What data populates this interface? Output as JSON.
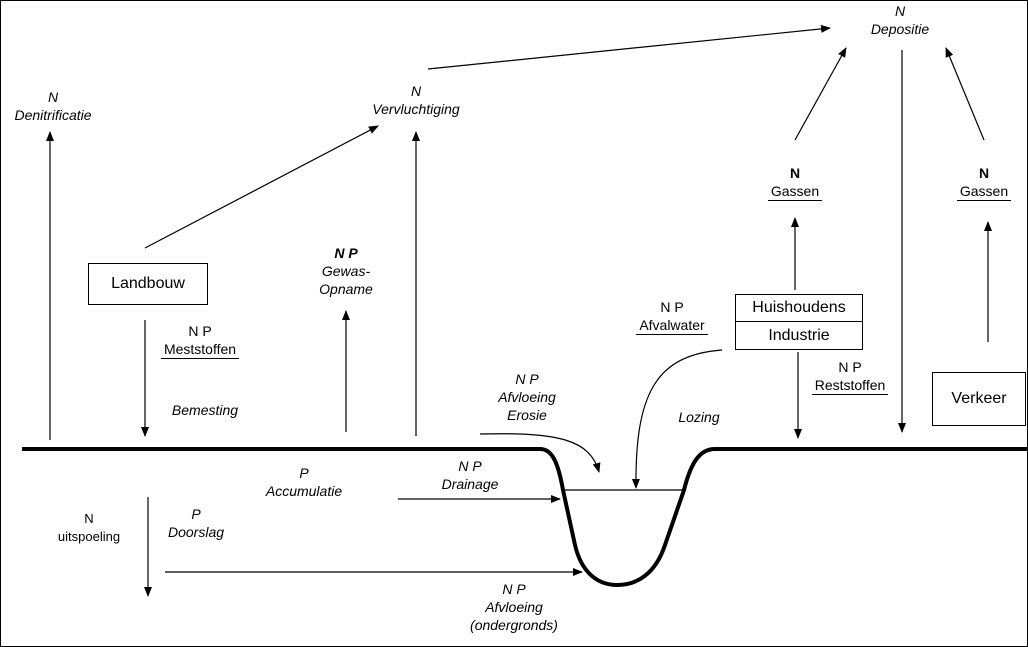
{
  "deposition": {
    "element": "N",
    "label": "Depositie"
  },
  "denitrification": {
    "element": "N",
    "label": "Denitrificatie"
  },
  "volatilization": {
    "element_bold": "N",
    "label": "Vervluchtiging"
  },
  "crop_uptake": {
    "elements": "N P",
    "line1": "Gewas-",
    "line2": "Opname"
  },
  "sources": {
    "agriculture": "Landbouw",
    "households_line1": "Huishoudens",
    "households_line2": "Industrie",
    "traffic": "Verkeer"
  },
  "gases_households": {
    "element": "N",
    "label": "Gassen"
  },
  "gases_traffic": {
    "element": "N",
    "label": "Gassen"
  },
  "fertilizers": {
    "elements": "N P",
    "label": "Meststoffen"
  },
  "fertilization": "Bemesting",
  "wastewater": {
    "elements": "N P",
    "label": "Afvalwater"
  },
  "residuals": {
    "elements": "N P",
    "label": "Reststoffen"
  },
  "runoff_erosion": {
    "elements": "N P",
    "line1": "Afvloeing",
    "line2": "Erosie"
  },
  "discharge": "Lozing",
  "accumulation": {
    "element": "P",
    "label": "Accumulatie"
  },
  "drainage": {
    "elements": "N P",
    "label": "Drainage"
  },
  "leaching": {
    "element": "N",
    "label": "uitspoeling"
  },
  "breakthrough": {
    "element": "P",
    "label": "Doorslag"
  },
  "subsurface_runoff": {
    "elements": "N P",
    "line1": "Afvloeing",
    "line2": "(ondergronds)"
  }
}
